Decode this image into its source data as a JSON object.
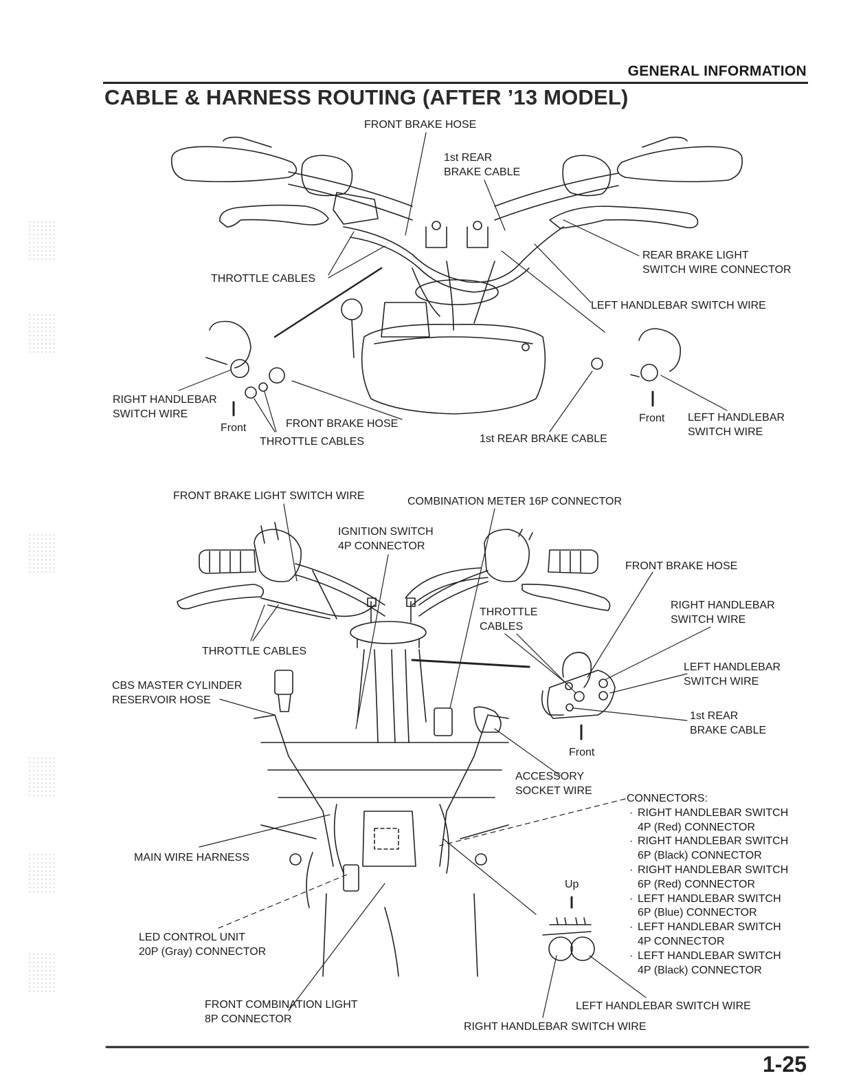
{
  "header": {
    "section": "GENERAL INFORMATION"
  },
  "title": "CABLE & HARNESS ROUTING (AFTER ’13 MODEL)",
  "page_number": "1-25",
  "top_diagram": {
    "labels": {
      "front_brake_hose_top": "FRONT BRAKE HOSE",
      "rear_brake_cable_1": "1st REAR",
      "rear_brake_cable_2": "BRAKE CABLE",
      "rear_brake_light_1": "REAR BRAKE LIGHT",
      "rear_brake_light_2": "SWITCH WIRE CONNECTOR",
      "throttle_cables": "THROTTLE CABLES",
      "left_handlebar_switch_wire": "LEFT HANDLEBAR SWITCH WIRE",
      "right_handlebar_1": "RIGHT HANDLEBAR",
      "right_handlebar_2": "SWITCH WIRE",
      "front_left": "Front",
      "front_brake_hose_bottom": "FRONT BRAKE HOSE",
      "throttle_cables_bottom": "THROTTLE CABLES",
      "rear_brake_cable_bottom": "1st REAR BRAKE CABLE",
      "front_right": "Front",
      "left_handlebar_1": "LEFT HANDLEBAR",
      "left_handlebar_2": "SWITCH WIRE"
    }
  },
  "bottom_diagram": {
    "labels": {
      "front_brake_light_switch_wire": "FRONT BRAKE LIGHT SWITCH WIRE",
      "combination_meter": "COMBINATION METER 16P CONNECTOR",
      "ignition_1": "IGNITION SWITCH",
      "ignition_2": "4P CONNECTOR",
      "front_brake_hose": "FRONT BRAKE HOSE",
      "throttle_1": "THROTTLE",
      "throttle_2": "CABLES",
      "right_handlebar_1": "RIGHT HANDLEBAR",
      "right_handlebar_2": "SWITCH WIRE",
      "throttle_cables": "THROTTLE CABLES",
      "left_handlebar_1": "LEFT HANDLEBAR",
      "left_handlebar_2": "SWITCH WIRE",
      "cbs_1": "CBS MASTER CYLINDER",
      "cbs_2": "RESERVOIR HOSE",
      "rear_brake_1": "1st REAR",
      "rear_brake_2": "BRAKE CABLE",
      "front": "Front",
      "accessory_1": "ACCESSORY",
      "accessory_2": "SOCKET WIRE",
      "main_wire_harness": "MAIN WIRE HARNESS",
      "up": "Up",
      "led_1": "LED CONTROL UNIT",
      "led_2": "20P (Gray) CONNECTOR",
      "front_comb_1": "FRONT COMBINATION LIGHT",
      "front_comb_2": "8P CONNECTOR",
      "left_handlebar_switch_wire": "LEFT HANDLEBAR SWITCH WIRE",
      "right_handlebar_switch_wire": "RIGHT HANDLEBAR SWITCH WIRE"
    },
    "connectors": {
      "heading": "CONNECTORS:",
      "items": [
        [
          "RIGHT HANDLEBAR SWITCH",
          "4P (Red) CONNECTOR"
        ],
        [
          "RIGHT HANDLEBAR SWITCH",
          "6P (Black) CONNECTOR"
        ],
        [
          "RIGHT HANDLEBAR SWITCH",
          "6P (Red) CONNECTOR"
        ],
        [
          "LEFT HANDLEBAR SWITCH",
          "6P (Blue) CONNECTOR"
        ],
        [
          "LEFT HANDLEBAR SWITCH",
          "4P CONNECTOR"
        ],
        [
          "LEFT HANDLEBAR SWITCH",
          "4P (Black) CONNECTOR"
        ]
      ]
    }
  }
}
